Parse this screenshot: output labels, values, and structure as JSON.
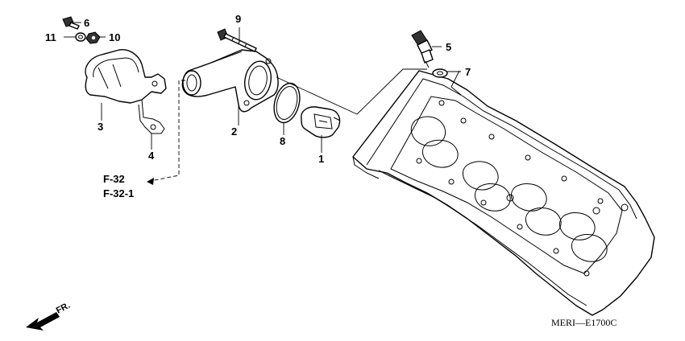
{
  "callouts": {
    "c1": "1",
    "c2": "2",
    "c3": "3",
    "c4": "4",
    "c5": "5",
    "c6": "6",
    "c7": "7",
    "c8": "8",
    "c9": "9",
    "c10": "10",
    "c11": "11"
  },
  "references": {
    "ref1": "F-32",
    "ref2": "F-32-1"
  },
  "direction_label": "FR.",
  "diagram_code": "MERI—E1700C"
}
